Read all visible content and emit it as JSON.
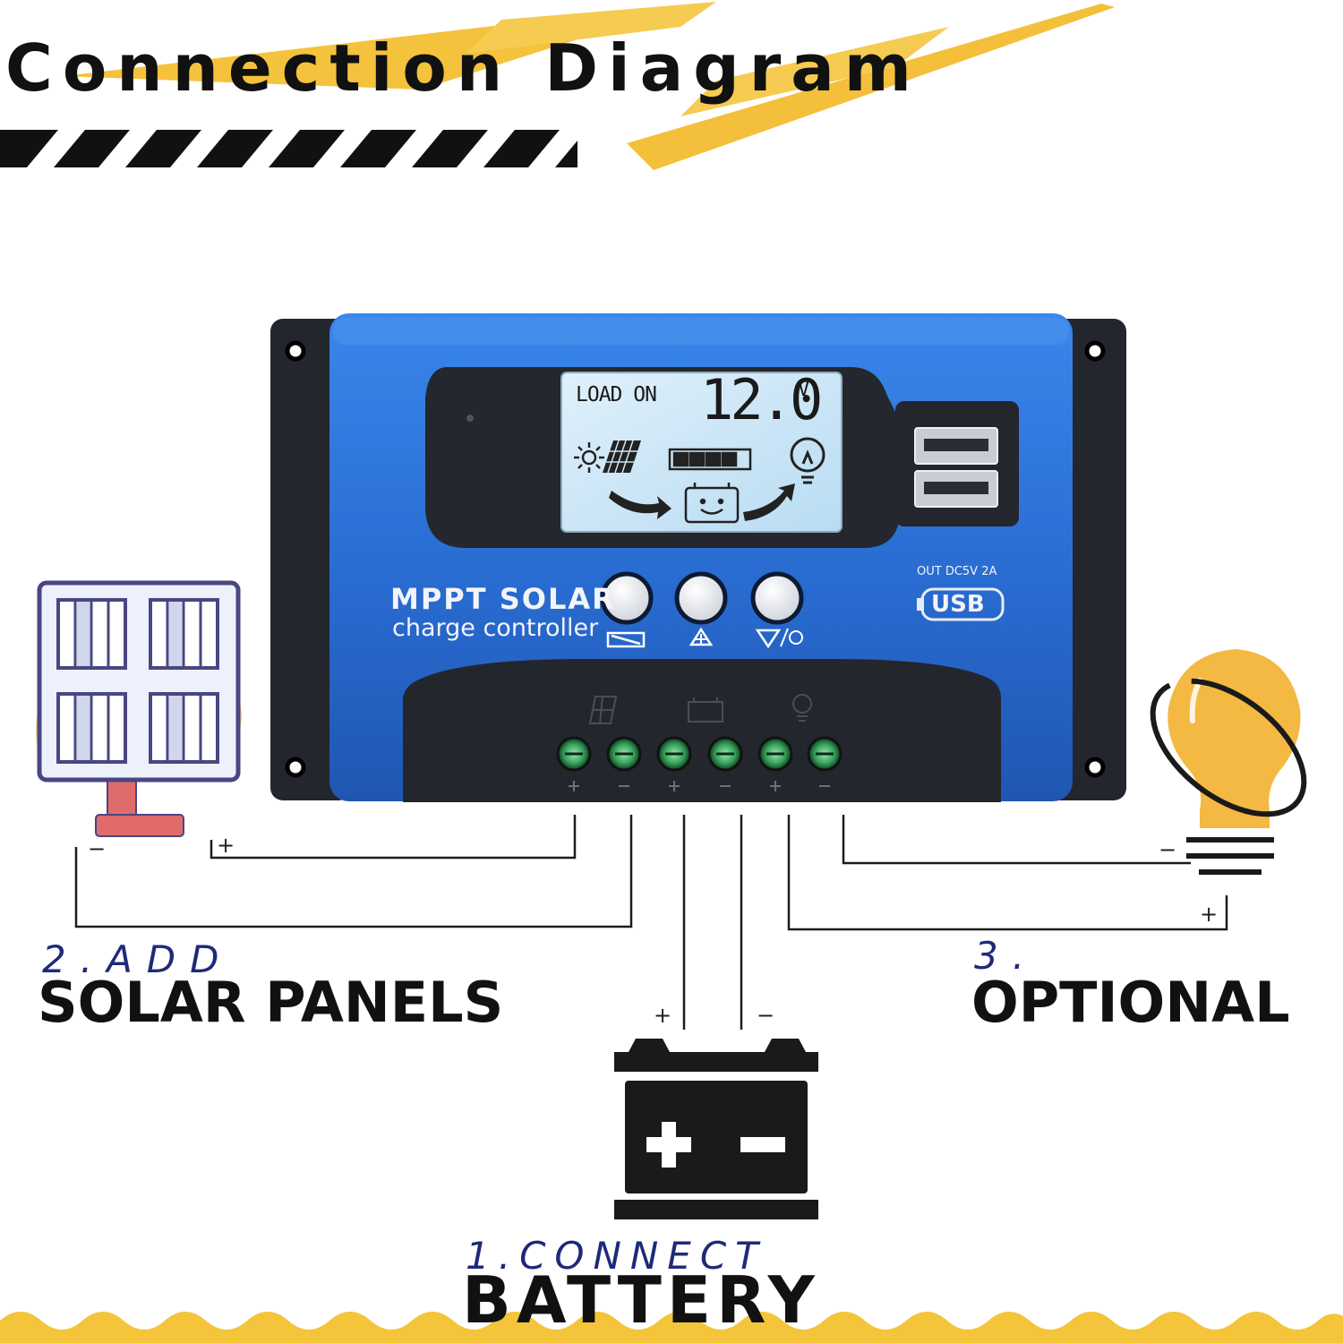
{
  "title": "Connection Diagram",
  "device": {
    "lcd": {
      "status_text": "LOAD ON",
      "voltage": "12.0",
      "unit": "V"
    },
    "brand": "MPPT SOLAR",
    "subtitle": "charge controller",
    "usb_spec": "OUT DC5V 2A",
    "usb_logo": "USB"
  },
  "steps": {
    "solar": {
      "number": "2.ADD",
      "label": "SOLAR PANELS"
    },
    "load": {
      "number": "3.",
      "label": "OPTIONAL"
    },
    "battery": {
      "number": "1.CONNECT",
      "label": "BATTERY"
    }
  },
  "polarity": {
    "plus": "+",
    "minus": "−"
  },
  "colors": {
    "accent": "#f2b632",
    "device_blue": "#2b6fd6",
    "panel_outline": "#4a4682",
    "panel_fill": "#e9eef9",
    "stand_red": "#e06060",
    "bulb": "#f4b942"
  },
  "icons": [
    "solar-panel-icon",
    "battery-icon",
    "light-bulb-icon",
    "usb-port-icon"
  ]
}
